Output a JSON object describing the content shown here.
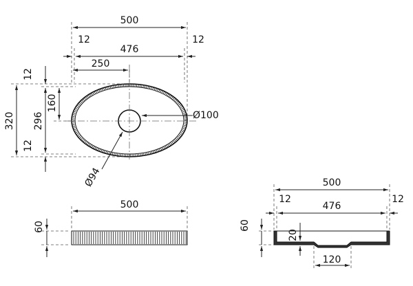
{
  "top_view": {
    "overall_width": "500",
    "left_rim": "12",
    "right_rim": "12",
    "inner_width": "476",
    "half_width": "250",
    "overall_depth": "320",
    "top_rim": "12",
    "half_depth": "160",
    "inner_depth": "296",
    "bottom_rim": "12",
    "drain_diameter": "Ø100",
    "bowl_callout": "Ø94"
  },
  "front_view": {
    "width": "500",
    "height": "60"
  },
  "side_view": {
    "overall_width": "500",
    "left_rim": "12",
    "right_rim": "12",
    "inner_width": "476",
    "height": "60",
    "base_thickness": "20",
    "drain_width": "120"
  }
}
